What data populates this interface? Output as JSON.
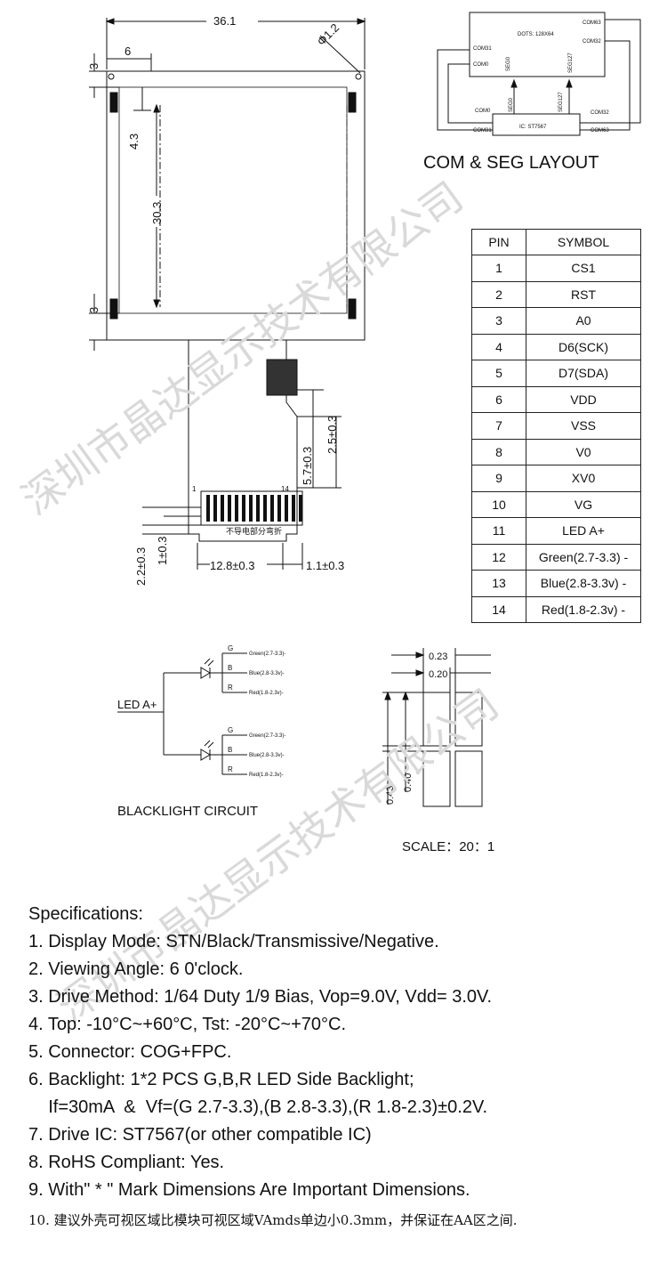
{
  "mechanical": {
    "width": "36.1",
    "offset_6": "6",
    "hole": "Φ1.2",
    "top_margin": "3",
    "dim_4_3": "4.3",
    "dim_30_3": "30.3",
    "bottom_margin": "3",
    "fpc_2_5": "2.5±0.3",
    "fpc_5_7": "5.7±0.3",
    "pad_2_2": "2.2±0.3",
    "pad_1": "1±0.3",
    "pad_12_8": "12.8±0.3",
    "pad_1_1": "1.1±0.3",
    "pin_first": "1",
    "pin_last": "14",
    "fold_note": "不导电部分弯折"
  },
  "com_seg": {
    "title": "COM & SEG LAYOUT",
    "dots": "DOTS: 128X64",
    "ic": "IC: ST7567",
    "com63_top": "COM63",
    "com32_top": "COM32",
    "com31_left": "COM31",
    "com0_left": "COM0",
    "seg0_top": "SEG0",
    "seg127_top": "SEG127",
    "com0_ic": "COM0",
    "seg0_ic": "SEG0",
    "seg127_ic": "SEG127",
    "com32_ic": "COM32",
    "com31_ic": "COM31",
    "com63_ic": "COM63"
  },
  "pin_table": {
    "headers": [
      "PIN",
      "SYMBOL"
    ],
    "rows": [
      [
        "1",
        "CS1"
      ],
      [
        "2",
        "RST"
      ],
      [
        "3",
        "A0"
      ],
      [
        "4",
        "D6(SCK)"
      ],
      [
        "5",
        "D7(SDA)"
      ],
      [
        "6",
        "VDD"
      ],
      [
        "7",
        "VSS"
      ],
      [
        "8",
        "V0"
      ],
      [
        "9",
        "XV0"
      ],
      [
        "10",
        "VG"
      ],
      [
        "11",
        "LED A+"
      ],
      [
        "12",
        "Green(2.7-3.3) -"
      ],
      [
        "13",
        "Blue(2.8-3.3v) -"
      ],
      [
        "14",
        "Red(1.8-2.3v) -"
      ]
    ]
  },
  "backlight": {
    "title": "BLACKLIGHT CIRCUIT",
    "led_label": "LED A+",
    "g": "G",
    "b": "B",
    "r": "R",
    "green": "Green(2.7-3.3)-",
    "blue": "Blue(2.8-3.3v)-",
    "red": "Red(1.8-2.3v)-"
  },
  "pixel_detail": {
    "pitch": "0.23",
    "dot": "0.20",
    "v_pitch": "0.43",
    "v_dot": "0.40",
    "scale": "SCALE：20：1"
  },
  "watermark": [
    "深圳市晶达显示技术有限公司",
    "深圳市晶达显示技术有限公司"
  ],
  "specs": {
    "heading": "Specifications:",
    "items": [
      "1. Display Mode: STN/Black/Transmissive/Negative.",
      "2. Viewing Angle:  6 0'clock.",
      "3. Drive Method: 1/64 Duty 1/9 Bias, Vop=9.0V, Vdd= 3.0V.",
      "4. Top: -10°C~+60°C, Tst: -20°C~+70°C.",
      "5. Connector:  COG+FPC.",
      "6. Backlight:   1*2 PCS  G,B,R  LED Side Backlight;",
      "    If=30mA  &  Vf=(G 2.7-3.3),(B 2.8-3.3),(R 1.8-2.3)±0.2V.",
      "7. Drive IC:  ST7567(or other compatible IC)",
      "8. RoHS Compliant: Yes.",
      "9. With\" * \" Mark Dimensions Are Important Dimensions.",
      "10. 建议外壳可视区域比模块可视区域VAmds单边小0.3mm，并保证在AA区之间."
    ]
  }
}
